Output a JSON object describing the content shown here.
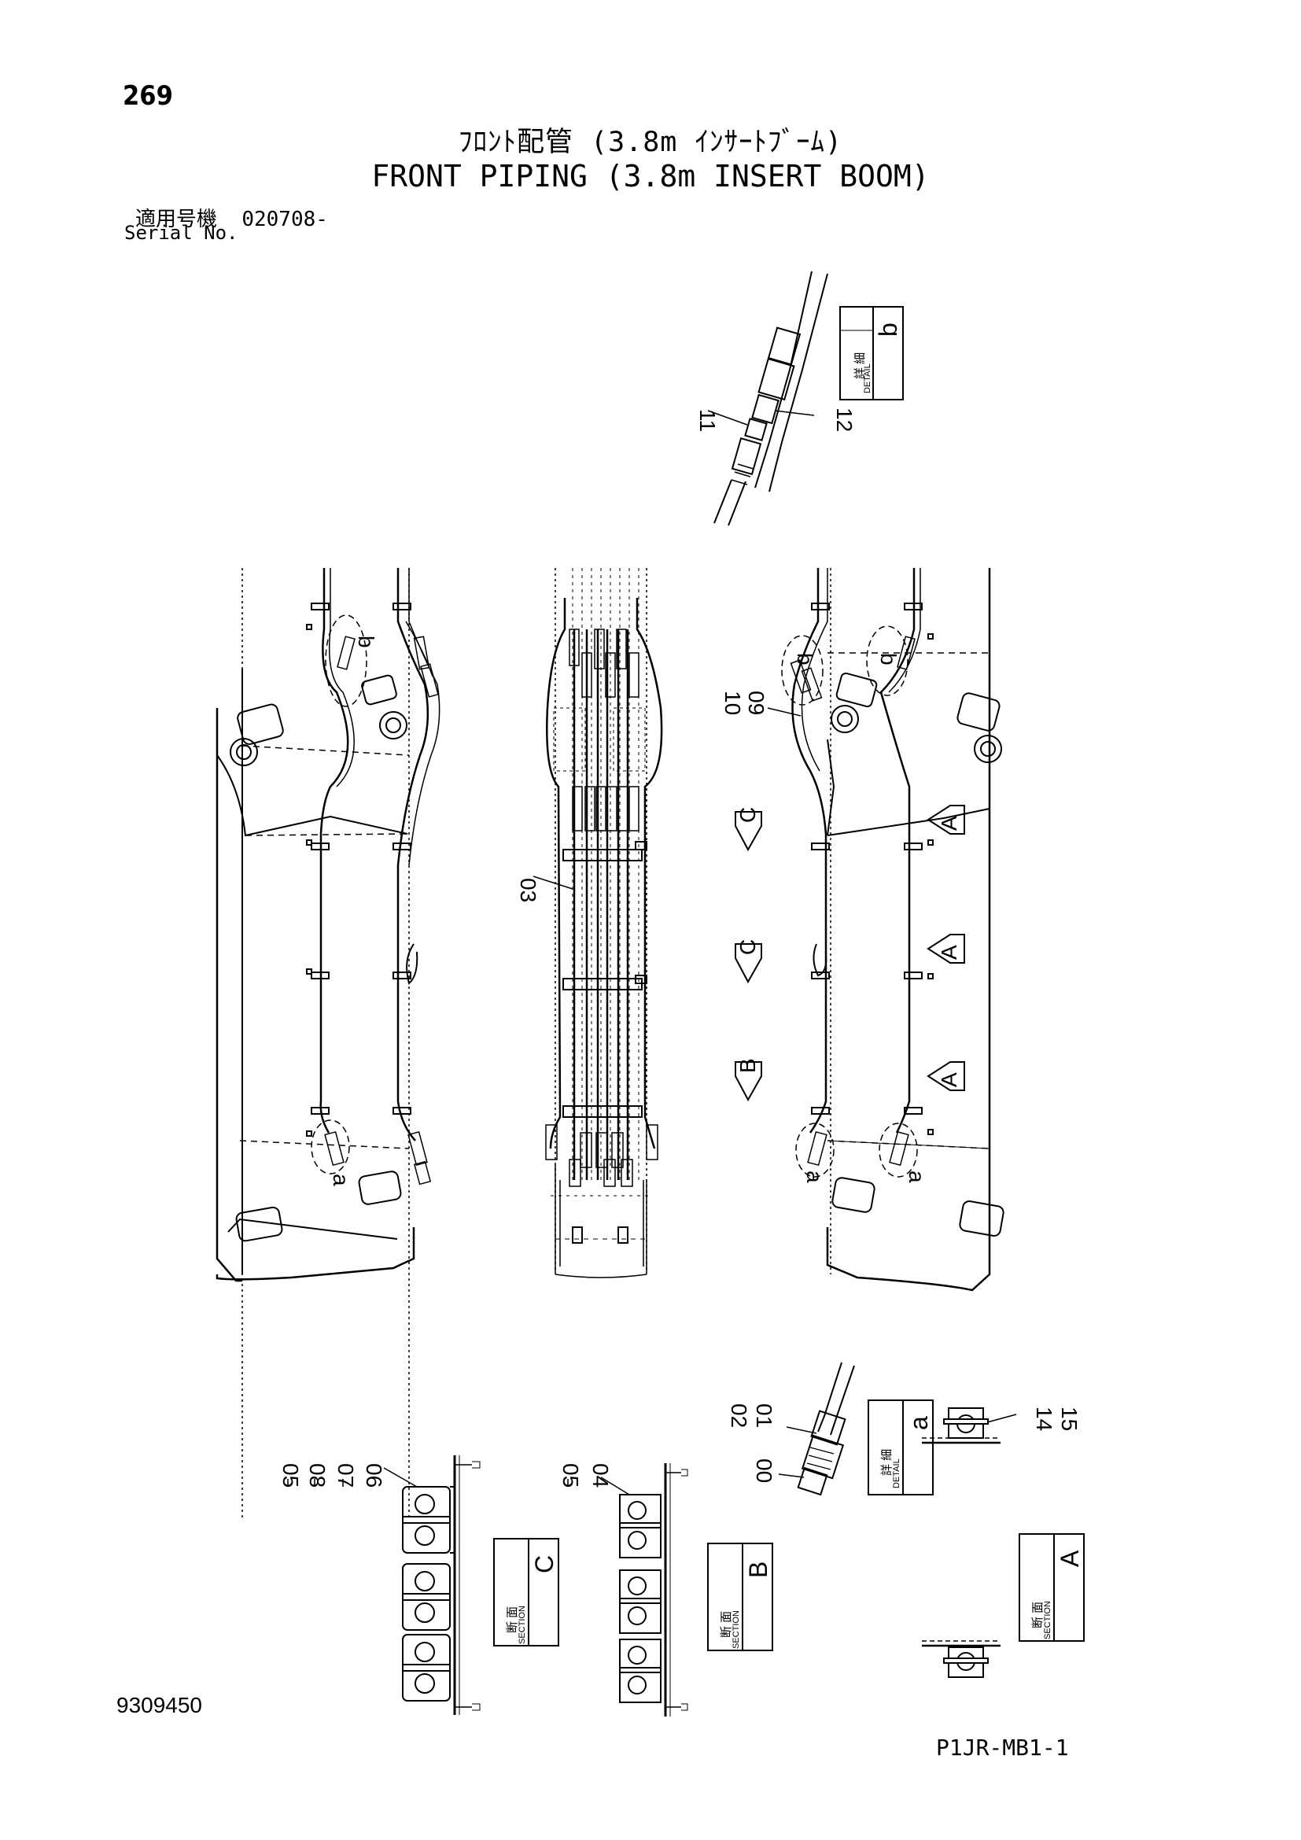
{
  "header": {
    "page_number": "269",
    "title_jp": "ﾌﾛﾝﾄ配管 (3.8m ｲﾝｻｰﾄﾌﾞｰﾑ)",
    "title_en": "FRONT PIPING (3.8m INSERT BOOM)",
    "serial_label_jp": "適用号機",
    "serial_value": "020708-",
    "serial_label_en": "Serial No."
  },
  "footer": {
    "document_number": "9309450",
    "drawing_code": "P1JR-MB1-1"
  },
  "detail_b": {
    "kanji": "詳 細",
    "word": "DETAIL",
    "letter": "b",
    "parts": [
      "11",
      "12"
    ]
  },
  "detail_a": {
    "kanji": "詳 細",
    "word": "DETAIL",
    "letter": "a",
    "parts": [
      "02",
      "01",
      "00"
    ]
  },
  "section_a": {
    "kanji": "断 面",
    "word": "SECTION",
    "letter": "A",
    "parts": [
      "14",
      "15"
    ]
  },
  "section_b": {
    "kanji": "断 面",
    "word": "SECTION",
    "letter": "B",
    "parts": [
      "05",
      "04"
    ]
  },
  "section_c": {
    "kanji": "断 面",
    "word": "SECTION",
    "letter": "C",
    "parts": [
      "05",
      "08",
      "07",
      "06"
    ]
  },
  "main_view": {
    "part_pipe": "03",
    "part_hoses_top": "10",
    "part_hoses_bottom": "09",
    "detail_callout_a": "a",
    "detail_callout_b": "b",
    "section_arrows": [
      "C",
      "C",
      "B",
      "A",
      "A",
      "A"
    ]
  }
}
